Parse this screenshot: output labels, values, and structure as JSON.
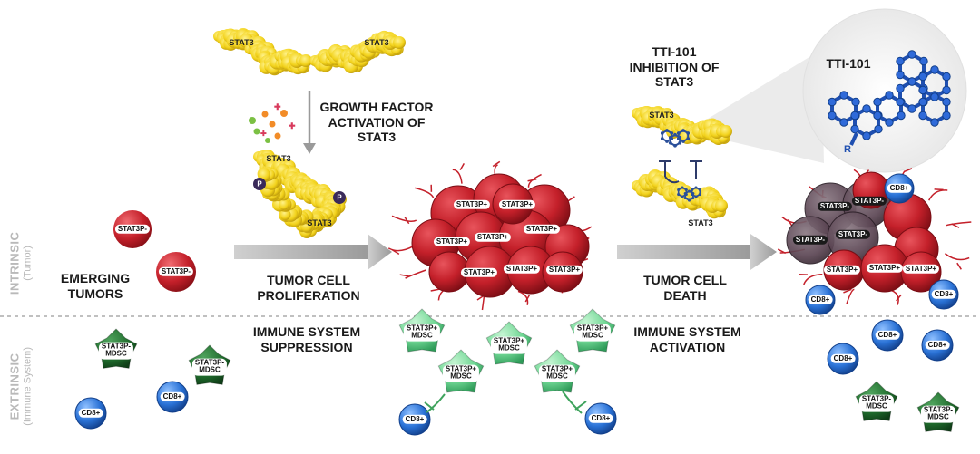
{
  "labels": {
    "growth": "GROWTH FACTOR\nACTIVATION OF\nSTAT3",
    "tti_inhibition": "TTI-101\nINHIBITION OF\nSTAT3",
    "tti_callout": "TTI-101",
    "emerging": "EMERGING\nTUMORS",
    "proliferation": "TUMOR CELL\nPROLIFERATION",
    "death": "TUMOR CELL\nDEATH",
    "suppression": "IMMUNE SYSTEM\nSUPPRESSION",
    "activation": "IMMUNE SYSTEM\nACTIVATION"
  },
  "side": {
    "intrinsic": "INTRINSIC",
    "intrinsic_sub": "(Tumor)",
    "extrinsic": "EXTRINSIC",
    "extrinsic_sub": "(Immune System)"
  },
  "tags": {
    "stat3": "STAT3",
    "stat3p_neg": "STAT3P-",
    "stat3p_pos": "STAT3P+",
    "cd8": "CD8+",
    "mdsc": "MDSC",
    "p": "P",
    "r": "R"
  },
  "colors": {
    "tumor_red": "#c4202a",
    "mdsc_green_dark": "#1f6b2c",
    "mdsc_green_light": "#6fd693",
    "cd8_blue": "#2a72d6",
    "protein_yellow": "#f2d21b",
    "molecule_blue": "#1f4fb0",
    "arrow_grey": "#9a9a9a"
  }
}
